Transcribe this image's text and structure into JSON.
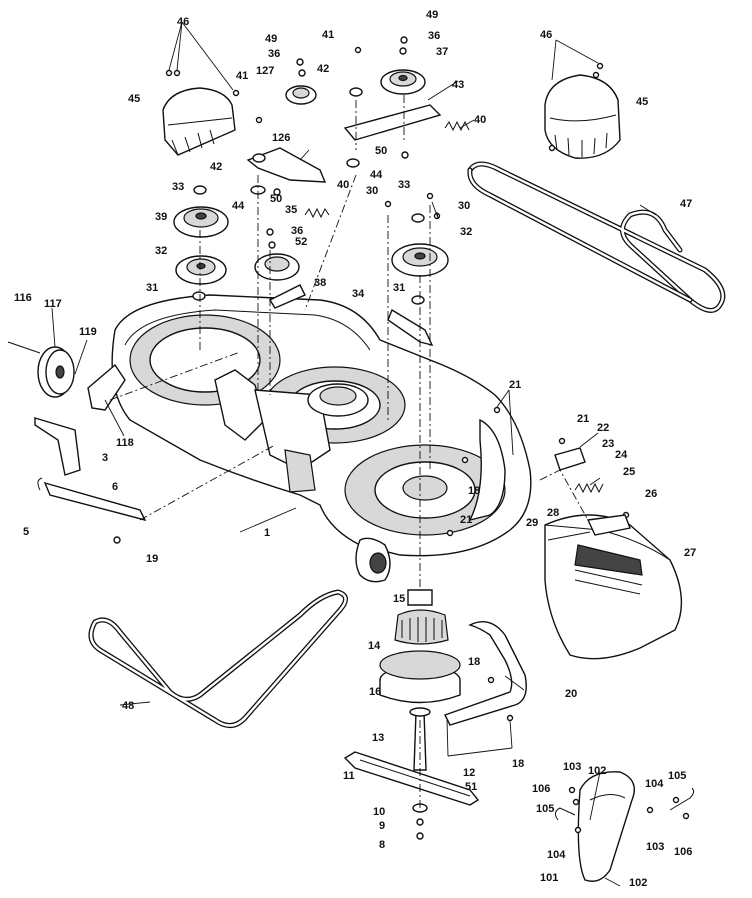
{
  "callouts": [
    {
      "id": "c46a",
      "text": "46"
    },
    {
      "id": "c45a",
      "text": "45"
    },
    {
      "id": "c41a",
      "text": "41"
    },
    {
      "id": "c49a",
      "text": "49"
    },
    {
      "id": "c36a",
      "text": "36"
    },
    {
      "id": "c127",
      "text": "127"
    },
    {
      "id": "c41b",
      "text": "41"
    },
    {
      "id": "c42a",
      "text": "42"
    },
    {
      "id": "c126",
      "text": "126"
    },
    {
      "id": "c33a",
      "text": "33"
    },
    {
      "id": "c44a",
      "text": "44"
    },
    {
      "id": "c50a",
      "text": "50"
    },
    {
      "id": "c40a",
      "text": "40"
    },
    {
      "id": "c39",
      "text": "39"
    },
    {
      "id": "c35",
      "text": "35"
    },
    {
      "id": "c36b",
      "text": "36"
    },
    {
      "id": "c52",
      "text": "52"
    },
    {
      "id": "c32a",
      "text": "32"
    },
    {
      "id": "c31a",
      "text": "31"
    },
    {
      "id": "c38",
      "text": "38"
    },
    {
      "id": "c49b",
      "text": "49"
    },
    {
      "id": "c36c",
      "text": "36"
    },
    {
      "id": "c37",
      "text": "37"
    },
    {
      "id": "c42b",
      "text": "42"
    },
    {
      "id": "c43",
      "text": "43"
    },
    {
      "id": "c40b",
      "text": "40"
    },
    {
      "id": "c50b",
      "text": "50"
    },
    {
      "id": "c44b",
      "text": "44"
    },
    {
      "id": "c30a",
      "text": "30"
    },
    {
      "id": "c33b",
      "text": "33"
    },
    {
      "id": "c30b",
      "text": "30"
    },
    {
      "id": "c32b",
      "text": "32"
    },
    {
      "id": "c34",
      "text": "34"
    },
    {
      "id": "c31b",
      "text": "31"
    },
    {
      "id": "c46b",
      "text": "46"
    },
    {
      "id": "c45b",
      "text": "45"
    },
    {
      "id": "c47",
      "text": "47"
    },
    {
      "id": "c116",
      "text": "116"
    },
    {
      "id": "c117",
      "text": "117"
    },
    {
      "id": "c119",
      "text": "119"
    },
    {
      "id": "c118",
      "text": "118"
    },
    {
      "id": "c3",
      "text": "3"
    },
    {
      "id": "c6",
      "text": "6"
    },
    {
      "id": "c5",
      "text": "5"
    },
    {
      "id": "c19",
      "text": "19"
    },
    {
      "id": "c1",
      "text": "1"
    },
    {
      "id": "c21a",
      "text": "21"
    },
    {
      "id": "c18a",
      "text": "18"
    },
    {
      "id": "c21b",
      "text": "21"
    },
    {
      "id": "c21c",
      "text": "21"
    },
    {
      "id": "c22",
      "text": "22"
    },
    {
      "id": "c23",
      "text": "23"
    },
    {
      "id": "c24",
      "text": "24"
    },
    {
      "id": "c25",
      "text": "25"
    },
    {
      "id": "c26",
      "text": "26"
    },
    {
      "id": "c28",
      "text": "28"
    },
    {
      "id": "c29",
      "text": "29"
    },
    {
      "id": "c27",
      "text": "27"
    },
    {
      "id": "c15",
      "text": "15"
    },
    {
      "id": "c14",
      "text": "14"
    },
    {
      "id": "c16",
      "text": "16"
    },
    {
      "id": "c48",
      "text": "48"
    },
    {
      "id": "c18b",
      "text": "18"
    },
    {
      "id": "c20",
      "text": "20"
    },
    {
      "id": "c13",
      "text": "13"
    },
    {
      "id": "c18c",
      "text": "18"
    },
    {
      "id": "c11",
      "text": "11"
    },
    {
      "id": "c12",
      "text": "12"
    },
    {
      "id": "c51",
      "text": "51"
    },
    {
      "id": "c10",
      "text": "10"
    },
    {
      "id": "c9",
      "text": "9"
    },
    {
      "id": "c8",
      "text": "8"
    },
    {
      "id": "c106a",
      "text": "106"
    },
    {
      "id": "c103a",
      "text": "103"
    },
    {
      "id": "c102a",
      "text": "102"
    },
    {
      "id": "c105a",
      "text": "105"
    },
    {
      "id": "c104a",
      "text": "104"
    },
    {
      "id": "c101",
      "text": "101"
    },
    {
      "id": "c104b",
      "text": "104"
    },
    {
      "id": "c105b",
      "text": "105"
    },
    {
      "id": "c103b",
      "text": "103"
    },
    {
      "id": "c106b",
      "text": "106"
    },
    {
      "id": "c102b",
      "text": "102"
    }
  ]
}
